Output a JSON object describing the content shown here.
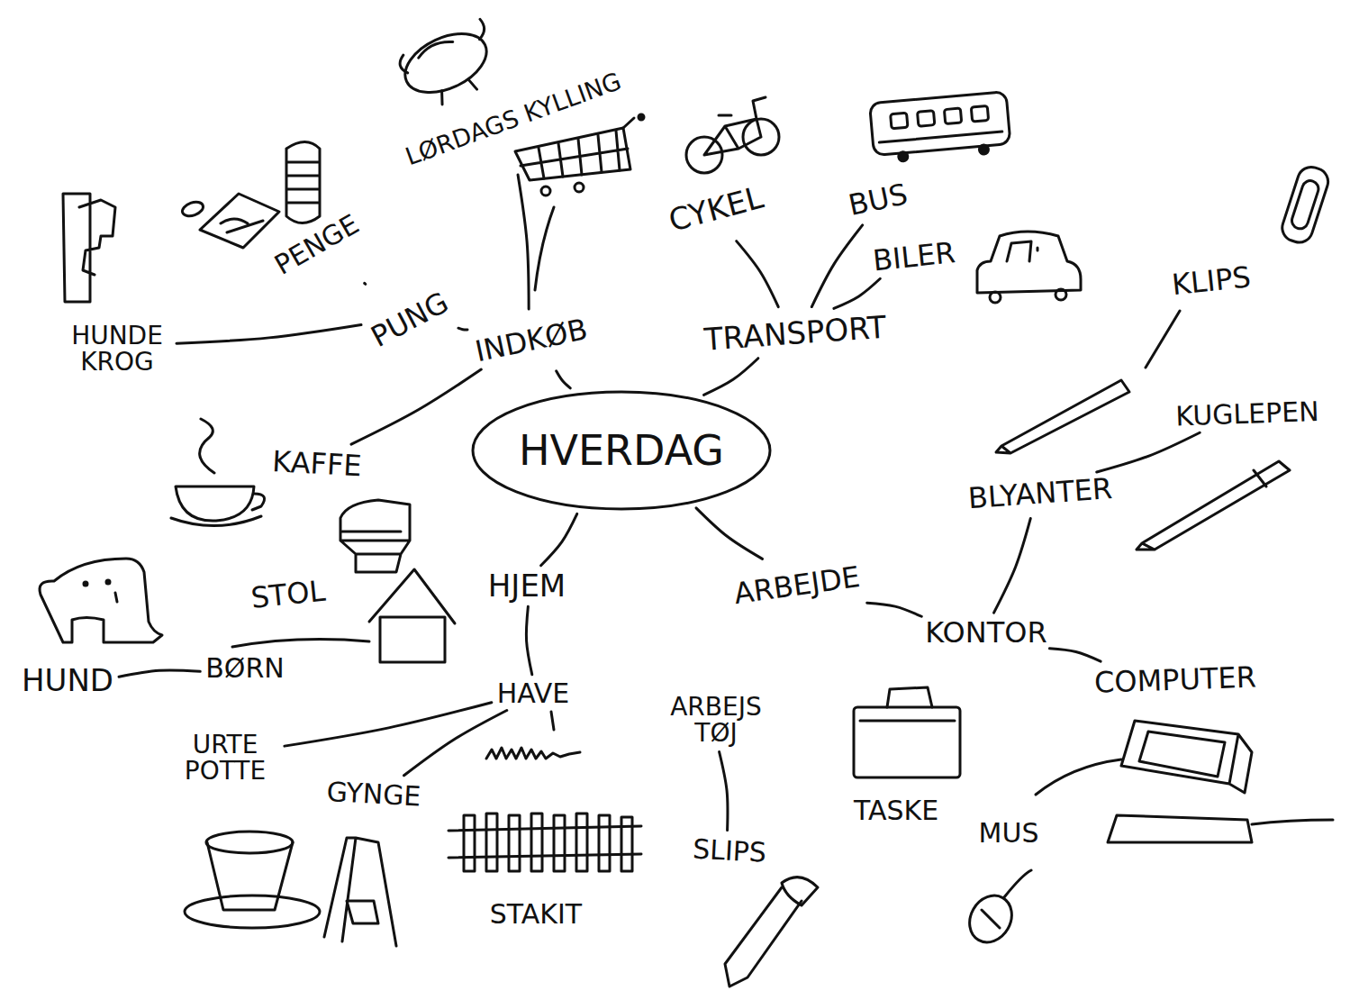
{
  "diagram": {
    "nodes": [
      {
        "text": [
          "HVERDAG"
        ]
      },
      {
        "text": [
          "INDKØB"
        ]
      },
      {
        "text": [
          "PUNG"
        ]
      },
      {
        "text": [
          "PENGE"
        ]
      },
      {
        "text": [
          "LØRDAGS KYLLING"
        ]
      },
      {
        "text": [
          "HUNDE KROG"
        ]
      },
      {
        "text": [
          "KAFFE"
        ]
      },
      {
        "text": [
          "CYKEL"
        ]
      },
      {
        "text": [
          "TRANSPORT"
        ]
      },
      {
        "text": [
          "BUS"
        ]
      },
      {
        "text": [
          "BILER"
        ]
      },
      {
        "text": [
          "KLIPS"
        ]
      },
      {
        "text": [
          "KUGLEPEN"
        ]
      },
      {
        "text": [
          "BLYANTER"
        ]
      },
      {
        "text": [
          "STOL"
        ]
      },
      {
        "text": [
          "HJEM"
        ]
      },
      {
        "text": [
          "ARBEJDE"
        ]
      },
      {
        "text": [
          "HUND"
        ]
      },
      {
        "text": [
          "BØRN"
        ]
      },
      {
        "text": [
          "KONTOR"
        ]
      },
      {
        "text": [
          "COMPUTER"
        ]
      },
      {
        "text": [
          "HAVE"
        ]
      },
      {
        "text": [
          "ARBEJS TØJ"
        ]
      },
      {
        "text": [
          "URTE POTTE"
        ]
      },
      {
        "text": [
          "GYNGE"
        ]
      },
      {
        "text": [
          "TASKE"
        ]
      },
      {
        "text": [
          "MUS"
        ]
      },
      {
        "text": [
          "SLIPS"
        ]
      },
      {
        "text": [
          "STAKIT"
        ]
      }
    ],
    "edges": [
      {
        "from": 0,
        "to": 1,
        "arrow": "none"
      },
      {
        "from": 0,
        "to": 8,
        "arrow": "none"
      },
      {
        "from": 0,
        "to": 15,
        "arrow": "none"
      },
      {
        "from": 0,
        "to": 16,
        "arrow": "none"
      },
      {
        "from": 1,
        "to": 2,
        "arrow": "none"
      },
      {
        "from": 2,
        "to": 3,
        "arrow": "none"
      },
      {
        "from": 2,
        "to": 5,
        "arrow": "none"
      },
      {
        "from": 1,
        "to": 4,
        "arrow": "none"
      },
      {
        "from": 1,
        "to": 6,
        "arrow": "none"
      },
      {
        "from": 8,
        "to": 7,
        "arrow": "none"
      },
      {
        "from": 8,
        "to": 9,
        "arrow": "none"
      },
      {
        "from": 8,
        "to": 10,
        "arrow": "none"
      },
      {
        "from": 16,
        "to": 19,
        "arrow": "none"
      },
      {
        "from": 19,
        "to": 13,
        "arrow": "none"
      },
      {
        "from": 19,
        "to": 20,
        "arrow": "none"
      },
      {
        "from": 13,
        "to": 12,
        "arrow": "none"
      },
      {
        "from": 17,
        "to": 18,
        "arrow": "none"
      },
      {
        "from": 15,
        "to": 21,
        "arrow": "none"
      },
      {
        "from": 21,
        "to": 23,
        "arrow": "none"
      },
      {
        "from": 21,
        "to": 24,
        "arrow": "none"
      },
      {
        "from": 22,
        "to": 27,
        "arrow": "none"
      }
    ]
  }
}
